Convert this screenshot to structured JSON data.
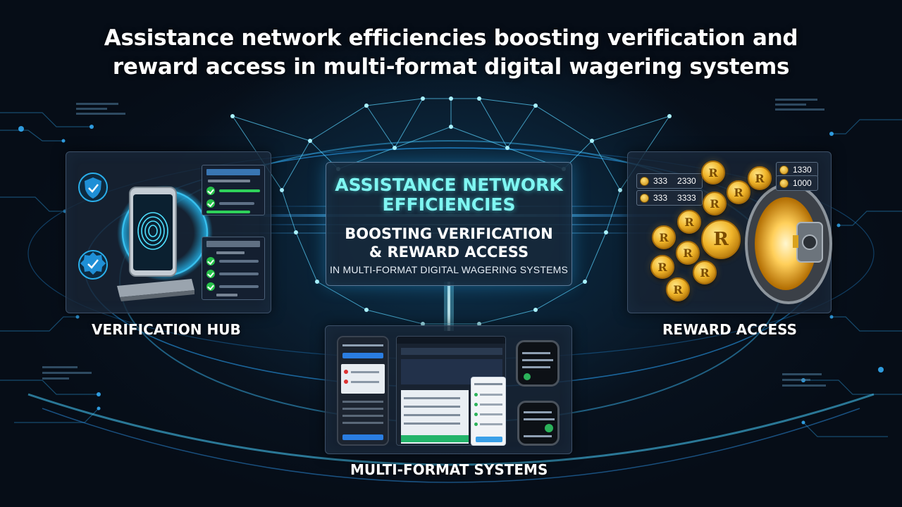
{
  "title": {
    "line1": "Assistance network efficiencies boosting verification and",
    "line2": "reward access in multi-format digital wagering systems"
  },
  "center_card": {
    "title_line1": "ASSISTANCE NETWORK",
    "title_line2": "EFFICIENCIES",
    "subtitle_line1": "BOOSTING VERIFICATION",
    "subtitle_line2": "& REWARD ACCESS",
    "small_text": "IN MULTI-FORMAT DIGITAL WAGERING SYSTEMS"
  },
  "sections": {
    "verification": "VERIFICATION HUB",
    "reward": "REWARD ACCESS",
    "multi_format": "MULTI-FORMAT SYSTEMS"
  },
  "reward_chips": {
    "left_a_1": "333",
    "left_a_2": "2330",
    "left_b_1": "333",
    "left_b_2": "3333",
    "right_a": "1330",
    "right_b": "1000"
  },
  "coin_letter": "R",
  "icons": {
    "shield": "shield-check-icon",
    "badge": "verified-badge-icon",
    "fingerprint": "fingerprint-icon",
    "vault": "vault-door-icon",
    "coin": "reward-coin-icon"
  },
  "colors": {
    "accent_cyan": "#7ff6f2",
    "glow_blue": "#28b4ff",
    "check_green": "#27c24a",
    "gold": "#f0b52a"
  }
}
